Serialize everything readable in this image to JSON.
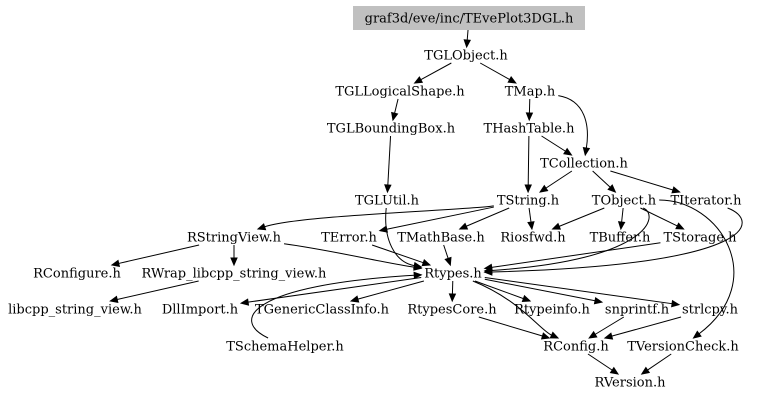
{
  "graph": {
    "root": "graf3d/eve/inc/TEvePlot3DGL.h",
    "nodes": [
      {
        "id": "root",
        "label": "graf3d/eve/inc/TEvePlot3DGL.h",
        "highlight": true
      },
      {
        "id": "tglobject",
        "label": "TGLObject.h"
      },
      {
        "id": "tgllogicalshape",
        "label": "TGLLogicalShape.h"
      },
      {
        "id": "tmap",
        "label": "TMap.h"
      },
      {
        "id": "tglboundingbox",
        "label": "TGLBoundingBox.h"
      },
      {
        "id": "thashtable",
        "label": "THashTable.h"
      },
      {
        "id": "tcollection",
        "label": "TCollection.h"
      },
      {
        "id": "tglutil",
        "label": "TGLUtil.h"
      },
      {
        "id": "tstring",
        "label": "TString.h"
      },
      {
        "id": "tobject",
        "label": "TObject.h"
      },
      {
        "id": "titerator",
        "label": "TIterator.h"
      },
      {
        "id": "rstringview",
        "label": "RStringView.h"
      },
      {
        "id": "terror",
        "label": "TError.h"
      },
      {
        "id": "tmathbase",
        "label": "TMathBase.h"
      },
      {
        "id": "riosfwd",
        "label": "Riosfwd.h"
      },
      {
        "id": "tbuffer",
        "label": "TBuffer.h"
      },
      {
        "id": "tstorage",
        "label": "TStorage.h"
      },
      {
        "id": "rconfigure",
        "label": "RConfigure.h"
      },
      {
        "id": "rwrap",
        "label": "RWrap_libcpp_string_view.h"
      },
      {
        "id": "rtypes",
        "label": "Rtypes.h"
      },
      {
        "id": "libcpp",
        "label": "libcpp_string_view.h"
      },
      {
        "id": "dllimport",
        "label": "DllImport.h"
      },
      {
        "id": "tgenericclassinfo",
        "label": "TGenericClassInfo.h"
      },
      {
        "id": "rtypescore",
        "label": "RtypesCore.h"
      },
      {
        "id": "rtypeinfo",
        "label": "Rtypeinfo.h"
      },
      {
        "id": "snprintf",
        "label": "snprintf.h"
      },
      {
        "id": "strlcpy",
        "label": "strlcpy.h"
      },
      {
        "id": "tschemahelper",
        "label": "TSchemaHelper.h"
      },
      {
        "id": "rconfig",
        "label": "RConfig.h"
      },
      {
        "id": "tversioncheck",
        "label": "TVersionCheck.h"
      },
      {
        "id": "rversion",
        "label": "RVersion.h"
      }
    ],
    "edges": [
      {
        "from": "root",
        "to": "tglobject"
      },
      {
        "from": "tglobject",
        "to": "tgllogicalshape"
      },
      {
        "from": "tglobject",
        "to": "tmap"
      },
      {
        "from": "tgllogicalshape",
        "to": "tglboundingbox"
      },
      {
        "from": "tglboundingbox",
        "to": "tglutil"
      },
      {
        "from": "tmap",
        "to": "thashtable"
      },
      {
        "from": "tmap",
        "to": "tcollection"
      },
      {
        "from": "thashtable",
        "to": "tcollection"
      },
      {
        "from": "thashtable",
        "to": "tstring"
      },
      {
        "from": "tcollection",
        "to": "tstring"
      },
      {
        "from": "tcollection",
        "to": "tobject"
      },
      {
        "from": "tcollection",
        "to": "titerator"
      },
      {
        "from": "tglutil",
        "to": "rtypes"
      },
      {
        "from": "tstring",
        "to": "rstringview"
      },
      {
        "from": "tstring",
        "to": "terror"
      },
      {
        "from": "tstring",
        "to": "riosfwd"
      },
      {
        "from": "tstring",
        "to": "tmathbase"
      },
      {
        "from": "tobject",
        "to": "riosfwd"
      },
      {
        "from": "tobject",
        "to": "tbuffer"
      },
      {
        "from": "tobject",
        "to": "tstorage"
      },
      {
        "from": "tobject",
        "to": "rtypes"
      },
      {
        "from": "tobject",
        "to": "tversioncheck"
      },
      {
        "from": "titerator",
        "to": "rtypes"
      },
      {
        "from": "rstringview",
        "to": "rconfigure"
      },
      {
        "from": "rstringview",
        "to": "rwrap"
      },
      {
        "from": "rstringview",
        "to": "rtypes"
      },
      {
        "from": "terror",
        "to": "rtypes"
      },
      {
        "from": "tmathbase",
        "to": "rtypes"
      },
      {
        "from": "tstorage",
        "to": "rtypes"
      },
      {
        "from": "rwrap",
        "to": "libcpp"
      },
      {
        "from": "rtypes",
        "to": "dllimport"
      },
      {
        "from": "rtypes",
        "to": "tgenericclassinfo"
      },
      {
        "from": "rtypes",
        "to": "rtypescore"
      },
      {
        "from": "rtypes",
        "to": "rtypeinfo"
      },
      {
        "from": "rtypes",
        "to": "snprintf"
      },
      {
        "from": "rtypes",
        "to": "strlcpy"
      },
      {
        "from": "rtypes",
        "to": "rconfig"
      },
      {
        "from": "tschemahelper",
        "to": "rtypes"
      },
      {
        "from": "rtypescore",
        "to": "rconfig"
      },
      {
        "from": "snprintf",
        "to": "rconfig"
      },
      {
        "from": "strlcpy",
        "to": "rconfig"
      },
      {
        "from": "rconfig",
        "to": "rversion"
      },
      {
        "from": "tversioncheck",
        "to": "rversion"
      }
    ]
  },
  "colors": {
    "root_fill": "#c0c0c0",
    "edge": "#000000",
    "text": "#000000"
  }
}
